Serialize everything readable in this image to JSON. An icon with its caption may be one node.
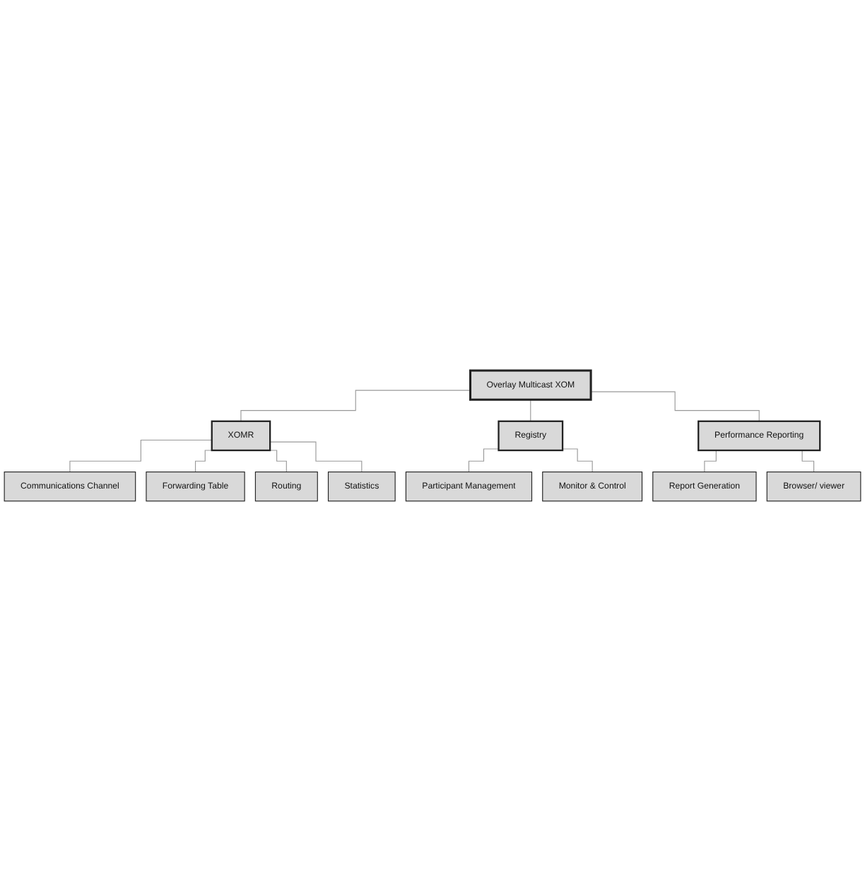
{
  "diagram": {
    "nodes": [
      {
        "text": [
          "Overlay Multicast XOM"
        ]
      },
      {
        "text": [
          "XOMR"
        ]
      },
      {
        "text": [
          "Registry"
        ]
      },
      {
        "text": [
          "Performance Reporting"
        ]
      },
      {
        "text": [
          "Participant Management"
        ]
      },
      {
        "text": [
          "Monitor & Control"
        ]
      },
      {
        "text": [
          "Report Generation"
        ]
      },
      {
        "text": [
          "Browser/ viewer"
        ]
      },
      {
        "text": [
          "Communications Channel"
        ]
      },
      {
        "text": [
          "Forwarding Table"
        ]
      },
      {
        "text": [
          "Routing"
        ]
      },
      {
        "text": [
          "Statistics"
        ]
      }
    ],
    "edges": [
      {
        "from": 0,
        "to": 1,
        "arrow": "none"
      },
      {
        "from": 0,
        "to": 2,
        "arrow": "none"
      },
      {
        "from": 0,
        "to": 3,
        "arrow": "none"
      },
      {
        "from": 2,
        "to": 4,
        "arrow": "none"
      },
      {
        "from": 2,
        "to": 5,
        "arrow": "none"
      },
      {
        "from": 3,
        "to": 6,
        "arrow": "none"
      },
      {
        "from": 3,
        "to": 7,
        "arrow": "none"
      },
      {
        "from": 1,
        "to": 8,
        "arrow": "none"
      },
      {
        "from": 1,
        "to": 9,
        "arrow": "none"
      },
      {
        "from": 1,
        "to": 10,
        "arrow": "none"
      },
      {
        "from": 1,
        "to": 11,
        "arrow": "none"
      }
    ]
  }
}
